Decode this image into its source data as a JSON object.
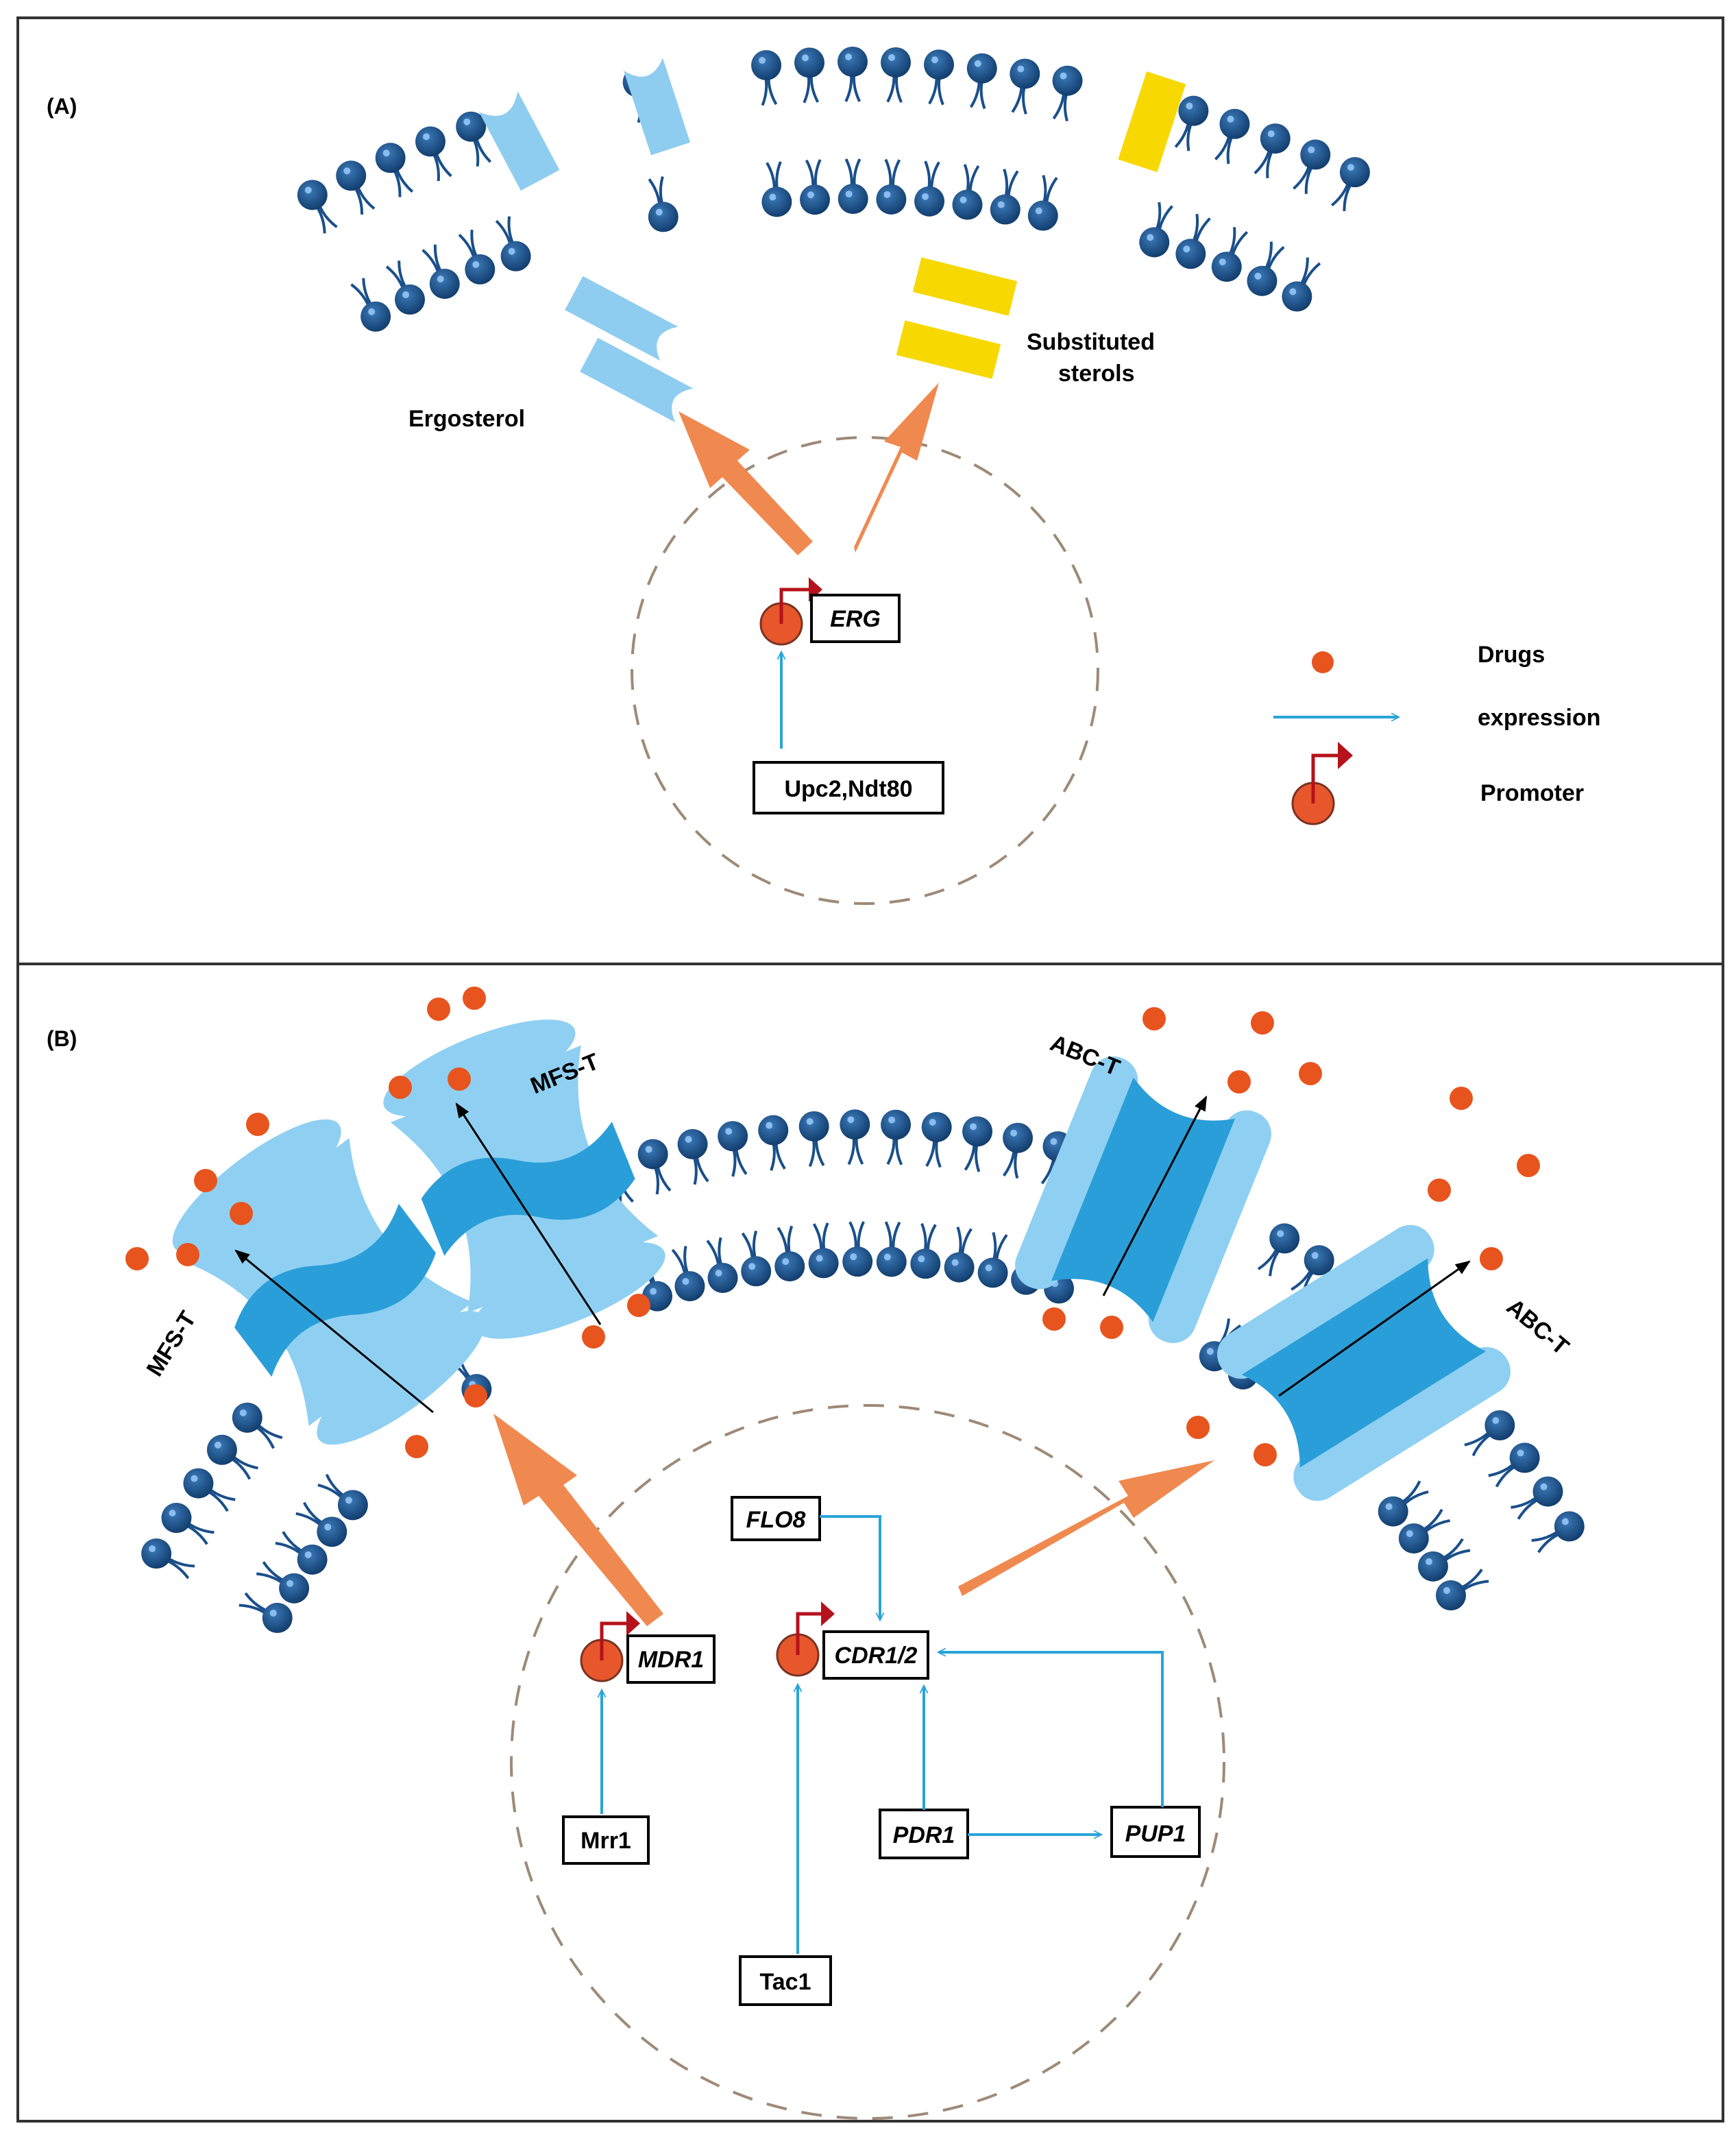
{
  "panel_a": {
    "label": "(A)",
    "ergosterol_label": "Ergosterol",
    "substituted_sterols_label": [
      "Substituted",
      "sterols"
    ],
    "erg_gene": "ERG",
    "regulators": "Upc2,Ndt80"
  },
  "legend": {
    "drugs": "Drugs",
    "expression": "expression",
    "promoter": "Promoter"
  },
  "panel_b": {
    "label": "(B)",
    "mfs_left": "MFS-T",
    "mfs_top": "MFS-T",
    "abc_top": "ABC-T",
    "abc_right": "ABC-T",
    "genes": {
      "flo8": "FLO8",
      "mdr1": "MDR1",
      "cdr12": "CDR1/2",
      "pdr1": "PDR1",
      "pup1": "PUP1"
    },
    "regulators": {
      "mrr1": "Mrr1",
      "tac1": "Tac1"
    }
  },
  "colors": {
    "membrane_head": "#1a4f8a",
    "ergosterol": "#8ecdf0",
    "substituted_sterol": "#f7d800",
    "arrow_orange": "#f0894f",
    "expression_blue": "#2aa4d8",
    "promoter_red": "#b5121b",
    "drug_orange": "#e8541e",
    "transporter_light": "#8fd0f2",
    "transporter_dark": "#2a9ed8"
  }
}
